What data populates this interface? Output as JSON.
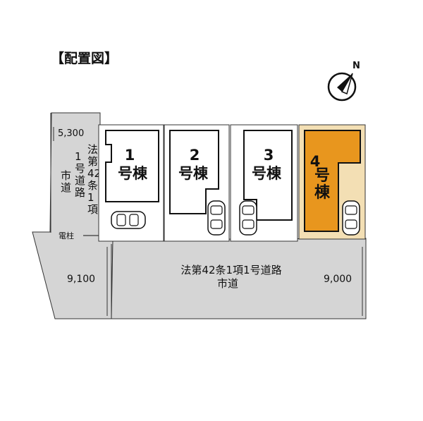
{
  "title": "【配置図】",
  "north_label": "N",
  "side_road": {
    "width_label": "5,300",
    "legal_col1": "法第42条1項",
    "legal_col2": "1号道路",
    "legal_col3": "市道"
  },
  "utility_pole_label": "電柱",
  "main_road": {
    "legal_label": "法第42条1項1号道路",
    "type_label": "市道",
    "width_left": "9,100",
    "width_right": "9,000"
  },
  "buildings": [
    {
      "number": "1",
      "name": "号棟",
      "highlighted": false
    },
    {
      "number": "2",
      "name": "号棟",
      "highlighted": false
    },
    {
      "number": "3",
      "name": "号棟",
      "highlighted": false
    },
    {
      "number": "4",
      "name": "号棟",
      "highlighted": true
    }
  ],
  "colors": {
    "road": "#d5d5d5",
    "highlight_lot": "#f3dfb4",
    "highlight_building": "#e8961e",
    "outline": "#222222"
  }
}
